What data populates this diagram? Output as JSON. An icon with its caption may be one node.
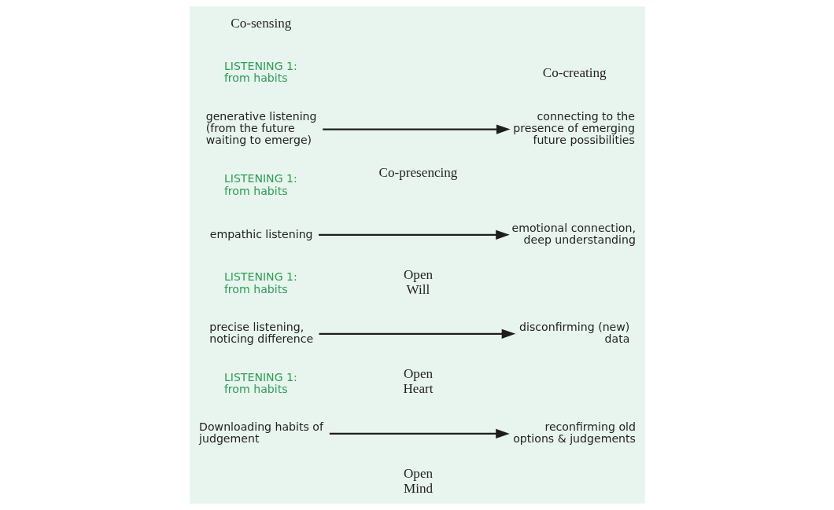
{
  "diagram": {
    "nodes": [
      {
        "text": [
          "Downloading habits of judgement"
        ]
      },
      {
        "text": [
          "reconfirming old options & judgements"
        ]
      },
      {
        "text": [
          "precise listening, noticing difference"
        ]
      },
      {
        "text": [
          "disconfirming (new) data"
        ]
      },
      {
        "text": [
          "empathic listening"
        ]
      },
      {
        "text": [
          "emotional connection, deep understanding"
        ]
      },
      {
        "text": [
          "generative listening (from the future waiting to emerge)"
        ]
      },
      {
        "text": [
          "connecting to the presence of emerging future possibilities"
        ]
      }
    ],
    "edges": [
      {
        "from": 0,
        "to": 1,
        "arrow": "to"
      },
      {
        "from": 2,
        "to": 3,
        "arrow": "to"
      },
      {
        "from": 4,
        "to": 5,
        "arrow": "to"
      },
      {
        "from": 6,
        "to": 7,
        "arrow": "to"
      }
    ],
    "labels": [
      "LISTENING 1: from habits",
      "LISTENING 1: from habits",
      "LISTENING 1: from habits",
      "LISTENING 1: from habits",
      "Open Mind",
      "Open Heart",
      "Open Will",
      "Co-sensing",
      "Co-presencing",
      "Co-creating"
    ]
  }
}
